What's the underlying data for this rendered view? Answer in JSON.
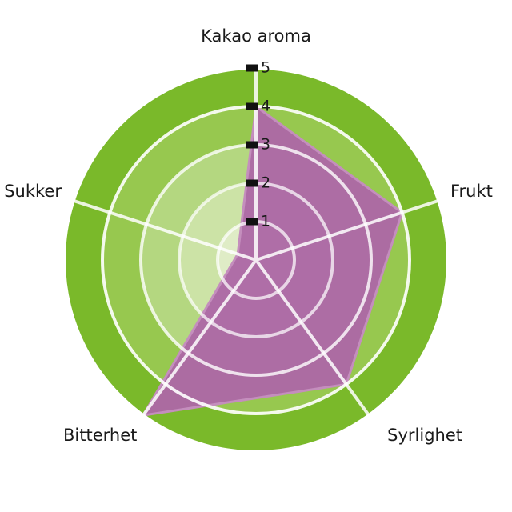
{
  "chart_data": {
    "type": "radar",
    "title": "",
    "categories": [
      "Kakao aroma",
      "Frukt",
      "Syrlighet",
      "Bitterhet",
      "Sukker"
    ],
    "values": [
      4,
      4,
      4,
      5,
      0.5
    ],
    "series": [
      {
        "name": "",
        "values": [
          4,
          4,
          4,
          5,
          0.5
        ]
      }
    ],
    "tick_labels": [
      "1",
      "2",
      "3",
      "4",
      "5"
    ],
    "tick_values": [
      1,
      2,
      3,
      4,
      5
    ],
    "rlim": [
      0,
      5
    ],
    "grid": true,
    "legend": "none",
    "xlabel": "",
    "ylabel": "",
    "colors": {
      "series_fill": "#ad68a5",
      "series_line": "#c48ebd",
      "ring_5": "#7ab92a",
      "ring_4": "#97c84f",
      "ring_3": "#b4d780",
      "ring_2": "#cce3a6",
      "ring_1": "#dfecc6",
      "grid_line": "#ffffff",
      "tick_mark": "#111111",
      "text": "#1a1a1a",
      "background": "#ffffff"
    }
  },
  "labels": {
    "kakao_aroma": "Kakao aroma",
    "frukt": "Frukt",
    "syrlighet": "Syrlighet",
    "bitterhet": "Bitterhet",
    "sukker": "Sukker"
  },
  "ticks": {
    "t1": "1",
    "t2": "2",
    "t3": "3",
    "t4": "4",
    "t5": "5"
  }
}
